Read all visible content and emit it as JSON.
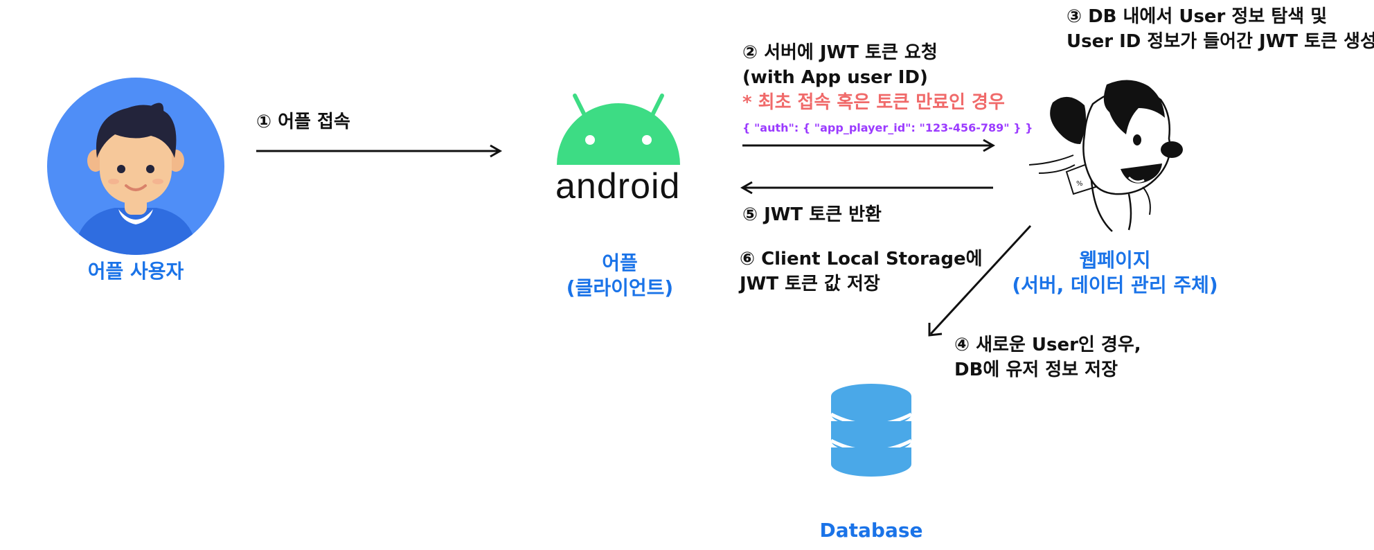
{
  "nodes": {
    "user": {
      "label": "어플 사용자"
    },
    "app": {
      "logo_text": "android",
      "label_line1": "어플",
      "label_line2": "(클라이언트)"
    },
    "server": {
      "label_line1": "웹페이지",
      "label_line2": "(서버, 데이터 관리 주체)"
    },
    "database": {
      "label": "Database"
    }
  },
  "steps": {
    "step1": {
      "text": "① 어플 접속"
    },
    "step2": {
      "line1": "② 서버에 JWT 토큰 요청",
      "line2": "(with App user ID)",
      "note": "* 최초 접속 혹은 토큰 만료인 경우",
      "payload": "{ \"auth\": { \"app_player_id\": \"123-456-789\" } }"
    },
    "step3": {
      "line1": "③ DB 내에서 User 정보 탐색 및",
      "line2": "User ID 정보가 들어간 JWT 토큰 생성"
    },
    "step4": {
      "line1": "④ 새로운 User인 경우,",
      "line2": "DB에 유저 정보 저장"
    },
    "step5": {
      "text": "⑤ JWT 토큰 반환"
    },
    "step6": {
      "line1": "⑥ Client Local Storage에",
      "line2": "JWT 토큰 값 저장"
    }
  },
  "colors": {
    "accent_blue": "#1a73e8",
    "avatar_bg": "#4f8ef7",
    "android_green": "#3ddc84",
    "database_blue": "#4aa8e8",
    "note_red": "#f06a6a",
    "payload_purple": "#9b3bff"
  },
  "icons": {
    "user": "user-avatar-icon",
    "app": "android-icon",
    "server": "dog-mascot-icon",
    "database": "database-icon"
  }
}
